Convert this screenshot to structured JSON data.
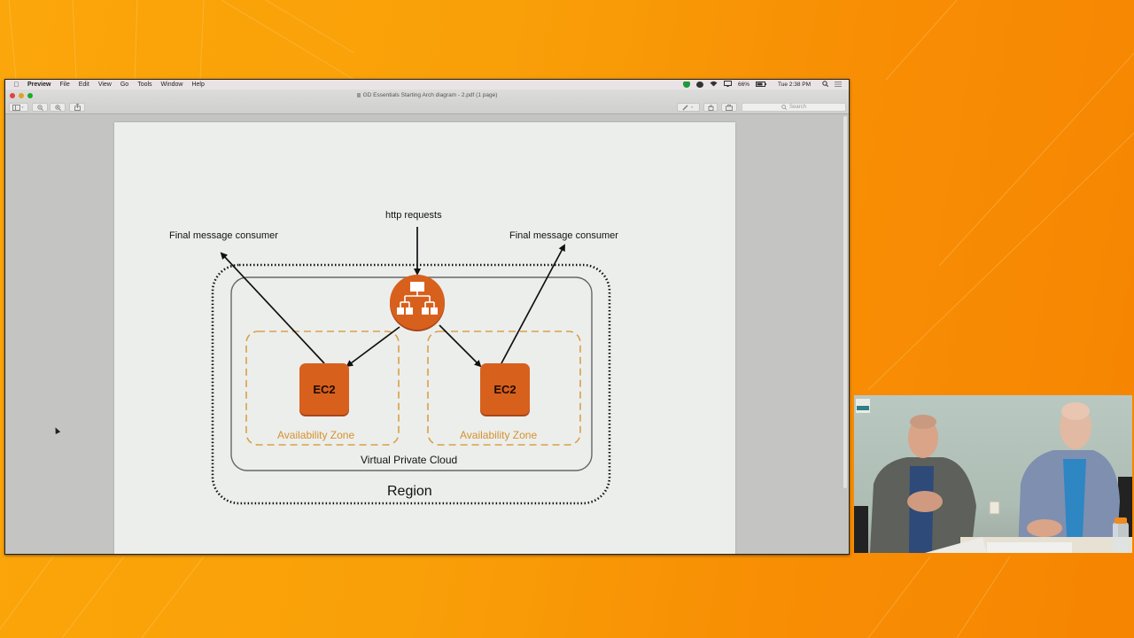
{
  "menubar": {
    "app": "Preview",
    "items": [
      "File",
      "Edit",
      "View",
      "Go",
      "Tools",
      "Window",
      "Help"
    ],
    "battery": "66%",
    "clock": "Tue 2:38 PM"
  },
  "window": {
    "title": "GD Essentials Starting Arch diagram - 2.pdf (1 page)",
    "search_placeholder": "Search"
  },
  "diagram": {
    "top_label": "http requests",
    "left_consumer": "Final message consumer",
    "right_consumer": "Final message consumer",
    "load_balancer_icon": "load-balancer-icon",
    "instances": [
      {
        "label": "EC2",
        "zone": "Availability Zone"
      },
      {
        "label": "EC2",
        "zone": "Availability Zone"
      }
    ],
    "vpc_label": "Virtual Private Cloud",
    "region_label": "Region",
    "colors": {
      "accent": "#d8601d",
      "zone_dash": "#d9a048",
      "zone_text": "#d4922d"
    }
  },
  "webcam": {
    "description": "Two presenters seated at a table with laptops"
  }
}
